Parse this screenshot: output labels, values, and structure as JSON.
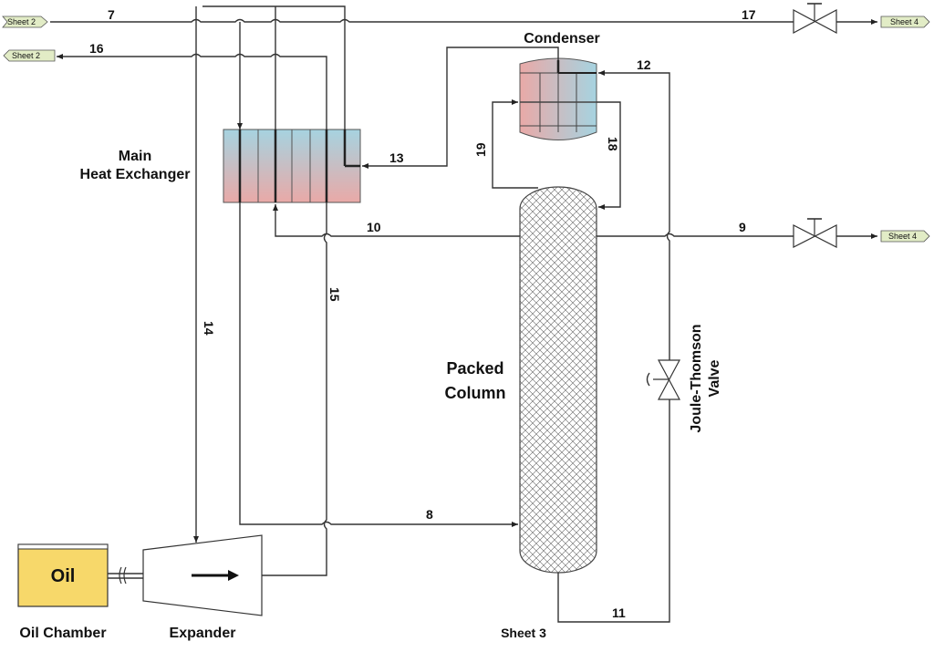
{
  "equipment": {
    "main_hx": [
      "Main",
      "Heat Exchanger"
    ],
    "condenser": "Condenser",
    "packed_column": [
      "Packed",
      "Column"
    ],
    "jt_valve": [
      "Joule-Thomson",
      "Valve"
    ],
    "oil": "Oil",
    "oil_chamber": "Oil Chamber",
    "expander": "Expander"
  },
  "streams": [
    "7",
    "8",
    "9",
    "10",
    "11",
    "12",
    "13",
    "14",
    "15",
    "16",
    "17",
    "18",
    "19"
  ],
  "connectors": {
    "in_7": "Sheet 2",
    "out_16": "Sheet 2",
    "out_17": "Sheet 4",
    "out_9": "Sheet 4"
  },
  "footer": "Sheet 3",
  "colors": {
    "hot": "#e9a9a7",
    "cold": "#a6d3e0",
    "oil": "#f7d86a",
    "connector": "#e2ecc6"
  }
}
